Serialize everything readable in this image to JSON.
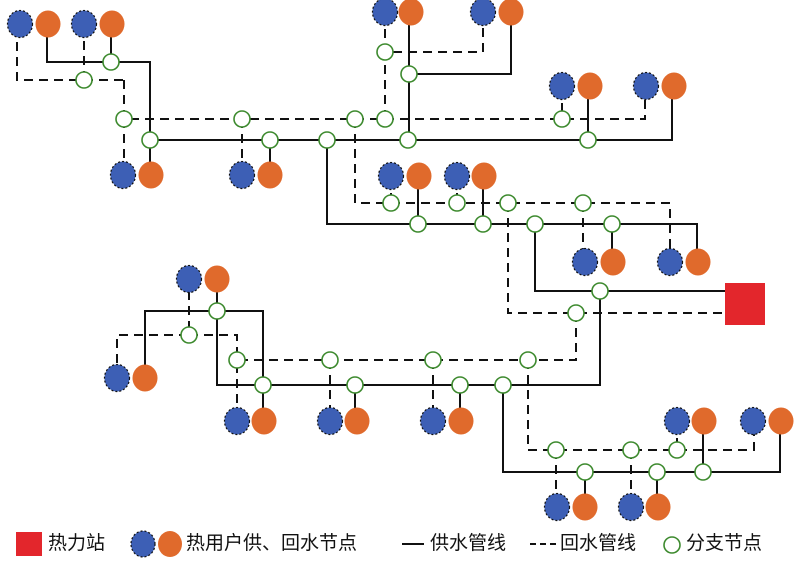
{
  "colors": {
    "station": "#e3262c",
    "supply_user": "#e06a2c",
    "return_user": "#3d5fb5",
    "node_stroke": "#3d8a2e",
    "pipe": "#111111"
  },
  "legend": {
    "station": "热力站",
    "user_node": "热用户供、回水节点",
    "supply_pipe": "供水管线",
    "return_pipe": "回水管线",
    "branch_node": "分支节点"
  }
}
